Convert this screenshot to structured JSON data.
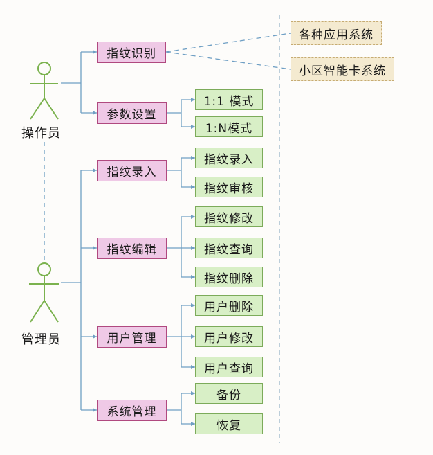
{
  "actors": {
    "operator": "操作员",
    "admin": "管理员"
  },
  "external_systems": {
    "app_systems": "各种应用系统",
    "community_card": "小区智能卡系统"
  },
  "operator_functions": {
    "fingerprint_recognition": {
      "label": "指纹识别"
    },
    "parameter_settings": {
      "label": "参数设置",
      "items": [
        "1:1 模式",
        "1:N模式"
      ]
    }
  },
  "admin_functions": {
    "fingerprint_entry": {
      "label": "指纹录入",
      "items": [
        "指纹录入",
        "指纹审核"
      ]
    },
    "fingerprint_edit": {
      "label": "指纹编辑",
      "items": [
        "指纹修改",
        "指纹查询",
        "指纹删除"
      ]
    },
    "user_management": {
      "label": "用户管理",
      "items": [
        "用户删除",
        "用户修改",
        "用户查询"
      ]
    },
    "system_management": {
      "label": "系统管理",
      "items": [
        "备份",
        "恢复"
      ]
    }
  },
  "colors": {
    "function_fill": "#efc9e6",
    "function_border": "#b0497f",
    "subfunction_fill": "#d8efc6",
    "subfunction_border": "#7cab5a",
    "external_fill": "#f4ead0",
    "external_border": "#c6ab72",
    "connector": "#6f9fc4",
    "actor_stroke": "#7bb24e"
  }
}
